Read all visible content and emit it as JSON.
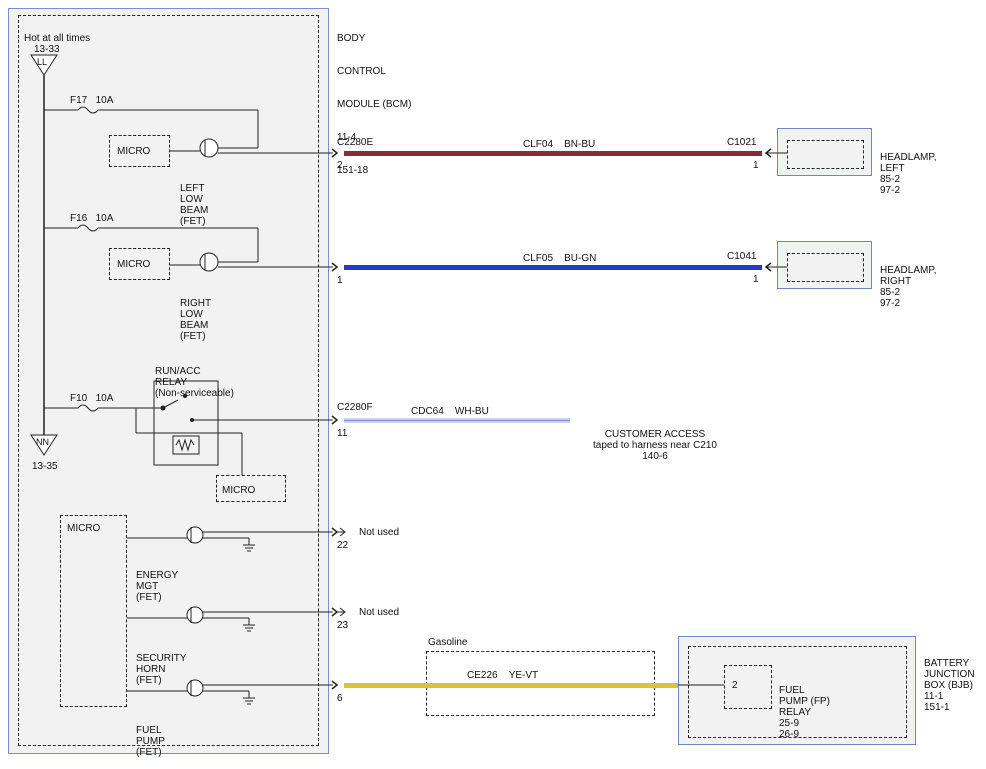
{
  "bcm": {
    "title_lines": [
      "BODY",
      "CONTROL",
      "MODULE (BCM)",
      "11-4",
      "151-18"
    ],
    "hot_at_all_times": "Hot at all times",
    "feed_top_ref": "13-33",
    "feed_top_code": "LL",
    "feed_bottom_code": "NN",
    "feed_bottom_ref": "13-35"
  },
  "fuses": [
    {
      "name": "F17",
      "rating": "10A"
    },
    {
      "name": "F16",
      "rating": "10A"
    },
    {
      "name": "F10",
      "rating": "10A"
    }
  ],
  "micro_label": "MICRO",
  "drivers": {
    "left_low_beam": [
      "LEFT",
      "LOW",
      "BEAM",
      "(FET)"
    ],
    "right_low_beam": [
      "RIGHT",
      "LOW",
      "BEAM",
      "(FET)"
    ],
    "energy_mgt": [
      "ENERGY",
      "MGT",
      "(FET)"
    ],
    "security_horn": [
      "SECURITY",
      "HORN",
      "(FET)"
    ],
    "fuel_pump": [
      "FUEL",
      "PUMP",
      "(FET)"
    ]
  },
  "relay": {
    "lines": [
      "RUN/ACC",
      "RELAY",
      "(Non-serviceable)"
    ]
  },
  "connectors": {
    "c2280e": {
      "name": "C2280E",
      "pin_left": "2",
      "pin_right": "1"
    },
    "c1021": "C1021",
    "c1041": "C1041",
    "c2280f": "C2280F"
  },
  "pins": {
    "right_low_beam": "1",
    "cdc64": "11",
    "energy_mgt": "22",
    "security_horn": "23",
    "fuel_pump": "6",
    "c1041_pin": "1"
  },
  "circuits": {
    "clf04": {
      "circuit": "CLF04",
      "color": "BN-BU",
      "hex": "#8b2a3c"
    },
    "clf05": {
      "circuit": "CLF05",
      "color": "BU-GN",
      "hex": "#1e3fc2"
    },
    "cdc64": {
      "circuit": "CDC64",
      "color": "WH-BU",
      "hex": "#c9cfe8"
    },
    "ce226": {
      "circuit": "CE226",
      "color": "YE-VT",
      "hex": "#d8c33a"
    }
  },
  "not_used": "Not used",
  "headlamp_left": [
    "HEADLAMP,",
    "LEFT",
    "85-2",
    "97-2"
  ],
  "headlamp_right": [
    "HEADLAMP,",
    "RIGHT",
    "85-2",
    "97-2"
  ],
  "customer_access": [
    "CUSTOMER ACCESS",
    "taped to harness near C210",
    "140-6"
  ],
  "gasoline_label": "Gasoline",
  "bjb": [
    "BATTERY",
    "JUNCTION",
    "BOX (BJB)",
    "11-1",
    "151-1"
  ],
  "fuel_pump_relay": {
    "pin": "2",
    "lines": [
      "FUEL",
      "PUMP (FP)",
      "RELAY",
      "25-9",
      "26-9"
    ]
  }
}
